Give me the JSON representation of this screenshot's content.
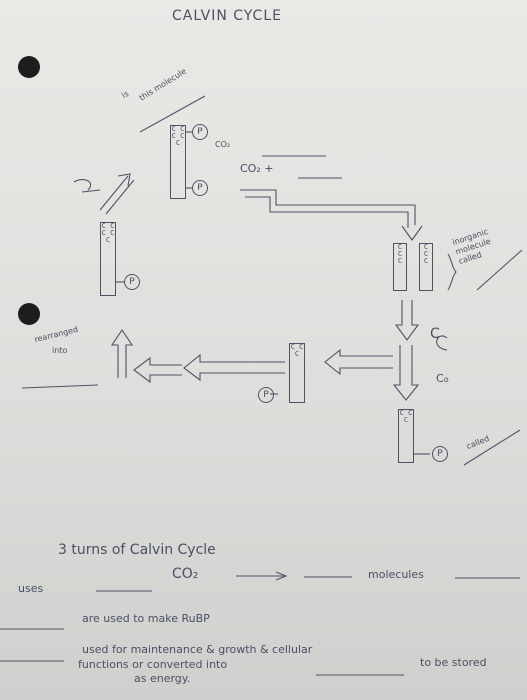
{
  "title": "CALVIN CYCLE",
  "labels": {
    "this_molecule": "this molecule",
    "is": "is",
    "co2_top": "CO₂",
    "co2_plus": "CO₂ +",
    "inorganic": [
      "inorganic",
      "molecule",
      "called"
    ],
    "rearranged": "rearranged",
    "into": "into",
    "called": "called",
    "p": "P"
  },
  "molecules": {
    "top_left": "C C C C C",
    "left": "C C C C C",
    "right_a": "C C C",
    "right_b": "C C C",
    "bottom_mid": "C C C",
    "bottom_right": "C C C"
  },
  "footer": {
    "line1": "3 turns of Calvin Cycle",
    "uses": "uses",
    "co2": "CO₂",
    "molecules": "molecules",
    "line3": "are used to make RuBP",
    "line4a": "used for maintenance & growth & cellular",
    "line4b": "functions or converted into",
    "to_be_stored": "to be stored",
    "as_energy": "as energy."
  },
  "colors": {
    "ink": "#4a4f63",
    "paper": "#e6e6e3"
  }
}
